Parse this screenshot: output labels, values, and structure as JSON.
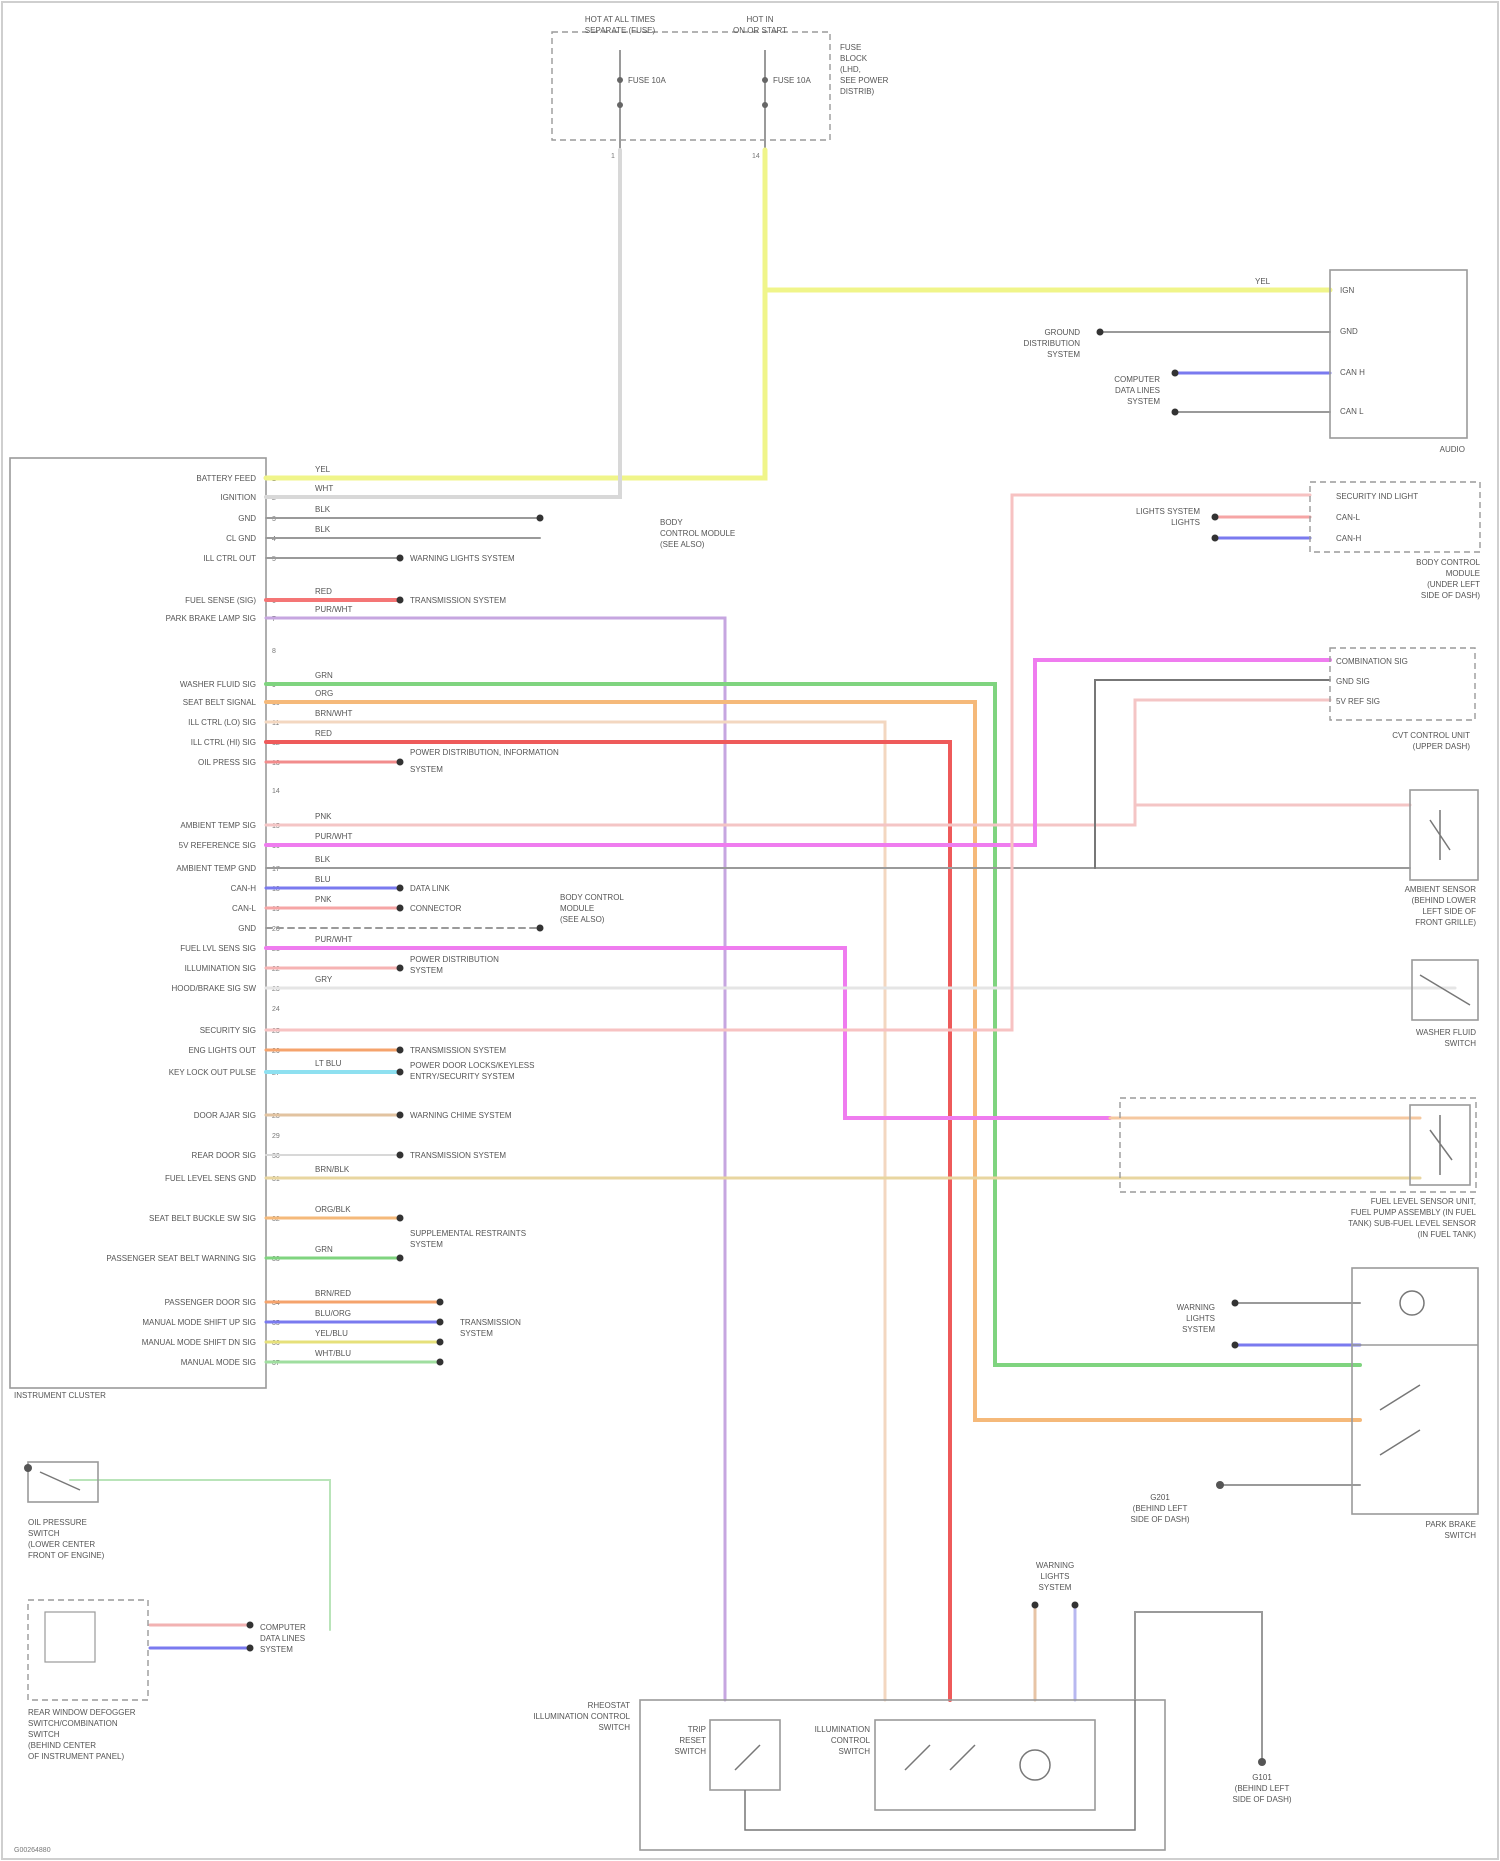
{
  "diagram": {
    "figure_id": "G00264880"
  },
  "modules": {
    "instrument_cluster": {
      "name": "INSTRUMENT CLUSTER",
      "pins": [
        {
          "label": "BATTERY FEED",
          "num": "1"
        },
        {
          "label": "IGNITION",
          "num": "2"
        },
        {
          "label": "GND",
          "num": "3"
        },
        {
          "label": "CL GND",
          "num": "4"
        },
        {
          "label": "ILL CTRL OUT",
          "num": "5"
        },
        {
          "label": "FUEL SENSE (SIG)",
          "num": "6"
        },
        {
          "label": "PARK BRAKE LAMP SIG",
          "num": "7"
        },
        {
          "label": "",
          "num": "8"
        },
        {
          "label": "WASHER FLUID SIG",
          "num": "9"
        },
        {
          "label": "SEAT BELT SIGNAL",
          "num": "10"
        },
        {
          "label": "ILL CTRL (LO) SIG",
          "num": "11"
        },
        {
          "label": "ILL CTRL (HI) SIG",
          "num": "12"
        },
        {
          "label": "OIL PRESS SIG",
          "num": "13"
        },
        {
          "label": "",
          "num": "14"
        },
        {
          "label": "AMBIENT TEMP SIG",
          "num": "15"
        },
        {
          "label": "5V REFERENCE SIG",
          "num": "16"
        },
        {
          "label": "AMBIENT TEMP GND",
          "num": "17"
        },
        {
          "label": "CAN-H",
          "num": "18"
        },
        {
          "label": "CAN-L",
          "num": "19"
        },
        {
          "label": "GND",
          "num": "20"
        },
        {
          "label": "FUEL LVL SENS SIG",
          "num": "21"
        },
        {
          "label": "ILLUMINATION SIG",
          "num": "22"
        },
        {
          "label": "HOOD/BRAKE SIG SW",
          "num": "23"
        },
        {
          "label": "",
          "num": "24"
        },
        {
          "label": "SECURITY SIG",
          "num": "25"
        },
        {
          "label": "ENG LIGHTS OUT",
          "num": "26"
        },
        {
          "label": "KEY LOCK OUT PULSE",
          "num": "27"
        },
        {
          "label": "DOOR AJAR SIG",
          "num": "28"
        },
        {
          "label": "",
          "num": "29"
        },
        {
          "label": "REAR DOOR SIG",
          "num": "30"
        },
        {
          "label": "FUEL LEVEL SENS GND",
          "num": "31"
        },
        {
          "label": "SEAT BELT BUCKLE SW SIG",
          "num": "32"
        },
        {
          "label": "PASSENGER SEAT BELT WARNING SIG",
          "num": "33"
        },
        {
          "label": "PASSENGER DOOR SIG",
          "num": "34"
        },
        {
          "label": "MANUAL MODE SHIFT UP SIG",
          "num": "35"
        },
        {
          "label": "MANUAL MODE SHIFT DN SIG",
          "num": "36"
        },
        {
          "label": "MANUAL MODE SIG",
          "num": "37"
        }
      ]
    },
    "fuse_block": {
      "left_title": "HOT AT ALL TIMES",
      "left_sub": "SEPARATE (FUSE)",
      "right_title": "HOT IN",
      "right_sub": "ON OR START",
      "side_note": [
        "FUSE",
        "BLOCK",
        "(LHD,",
        "SEE POWER",
        "DISTRIB)"
      ],
      "fuse_left": "FUSE 10A",
      "fuse_right": "FUSE 10A",
      "pin_left": "1",
      "pin_right": "14"
    },
    "audio": {
      "name": "AUDIO",
      "pins": [
        "IGN",
        "GND",
        "CAN H",
        "CAN L"
      ]
    },
    "bcm": {
      "name": [
        "BODY CONTROL",
        "MODULE",
        "(UNDER LEFT",
        "SIDE OF DASH)"
      ],
      "pins": [
        "SECURITY IND LIGHT",
        "CAN-L",
        "CAN-H"
      ]
    },
    "cvt_modulator": {
      "name": [
        "CVT CONTROL UNIT",
        "(UPPER DASH)"
      ],
      "pins": [
        "COMBINATION SIG",
        "GND SIG",
        "5V REF SIG"
      ]
    },
    "ambient_sensor": {
      "name": [
        "AMBIENT SENSOR",
        "(BEHIND LOWER",
        "LEFT SIDE OF",
        "FRONT GRILLE)"
      ]
    },
    "washer_switch": {
      "name": [
        "WASHER FLUID",
        "SWITCH"
      ]
    },
    "fuel_sender": {
      "name": [
        "FUEL LEVEL SENSOR UNIT,",
        "FUEL PUMP ASSEMBLY (IN FUEL",
        "TANK) SUB-FUEL LEVEL SENSOR",
        "(IN FUEL TANK)"
      ]
    },
    "park_brake": {
      "name": [
        "PARK BRAKE",
        "SWITCH"
      ]
    },
    "oil_pressure": {
      "name": [
        "OIL PRESSURE",
        "SWITCH",
        "(LOWER CENTER",
        "FRONT OF ENGINE)"
      ]
    },
    "lighting_switch": {
      "name": [
        "REAR WINDOW DEFOGGER",
        "SWITCH/COMBINATION",
        "SWITCH",
        "(BEHIND CENTER",
        "OF INSTRUMENT PANEL)"
      ]
    },
    "illum_control": {
      "name": [
        "RHEOSTAT",
        "ILLUMINATION CONTROL",
        "SWITCH"
      ],
      "sw1": [
        "TRIP",
        "RESET",
        "SWITCH"
      ],
      "sw2": [
        "ILLUMINATION",
        "CONTROL",
        "SWITCH"
      ]
    },
    "ground_rear": {
      "name": [
        "G101",
        "(BEHIND LEFT",
        "SIDE OF DASH)"
      ]
    },
    "ground_park": {
      "name": [
        "G201",
        "(BEHIND LEFT",
        "SIDE OF DASH)"
      ]
    }
  },
  "references": {
    "body_control_module": [
      "BODY",
      "CONTROL MODULE",
      "(SEE ALSO)"
    ],
    "body_control_module_2": [
      "BODY CONTROL",
      "MODULE",
      "(SEE ALSO)"
    ],
    "warning_lights": "WARNING LIGHTS SYSTEM",
    "transmission": "TRANSMISSION SYSTEM",
    "power_distribution": [
      "POWER DISTRIBUTION, INFORMATION",
      "SYSTEM"
    ],
    "warning_lights_2": [
      "LIGHTS SYSTEM",
      "LIGHTS"
    ],
    "radio_network": [
      "DATA LINK",
      "CONNECTOR"
    ],
    "antilock": [
      "POWER DISTRIBUTION",
      "SYSTEM"
    ],
    "transmission_2": "TRANSMISSION SYSTEM",
    "body_lock": [
      "POWER DOOR LOCKS/KEYLESS",
      "ENTRY/SECURITY SYSTEM"
    ],
    "warning_2": "WARNING CHIME SYSTEM",
    "transmission_3": "TRANSMISSION SYSTEM",
    "supplemental": [
      "SUPPLEMENTAL RESTRAINTS",
      "SYSTEM"
    ],
    "transmission_4": [
      "TRANSMISSION",
      "SYSTEM"
    ],
    "computer_data": [
      "COMPUTER",
      "DATA LINES",
      "SYSTEM"
    ],
    "computer_data_2": [
      "COMPUTER",
      "DATA LINES",
      "SYSTEM"
    ],
    "warning_lights_3": [
      "WARNING",
      "LIGHTS",
      "SYSTEM"
    ],
    "warning_lights_4": [
      "WARNING",
      "LIGHTS",
      "SYSTEM"
    ],
    "ground_distribution": [
      "GROUND",
      "DISTRIBUTION",
      "SYSTEM"
    ]
  },
  "wires": {
    "w1": "YEL",
    "w2": "WHT",
    "w3": "BLU",
    "w4": "BLK",
    "w5": "RED",
    "w6": "PUR/WHT",
    "w7": "GRN",
    "w8": "ORG",
    "w9": "BRN/WHT",
    "w10": "PNK",
    "w11": "GRY",
    "w12": "LT BLU",
    "w13": "BRN/BLK",
    "w14": "YEL/BLU",
    "w15": "BRN/RED",
    "w16": "BLU/ORG",
    "w17": "ORG/BLK",
    "w18": "WHT/BLU"
  }
}
